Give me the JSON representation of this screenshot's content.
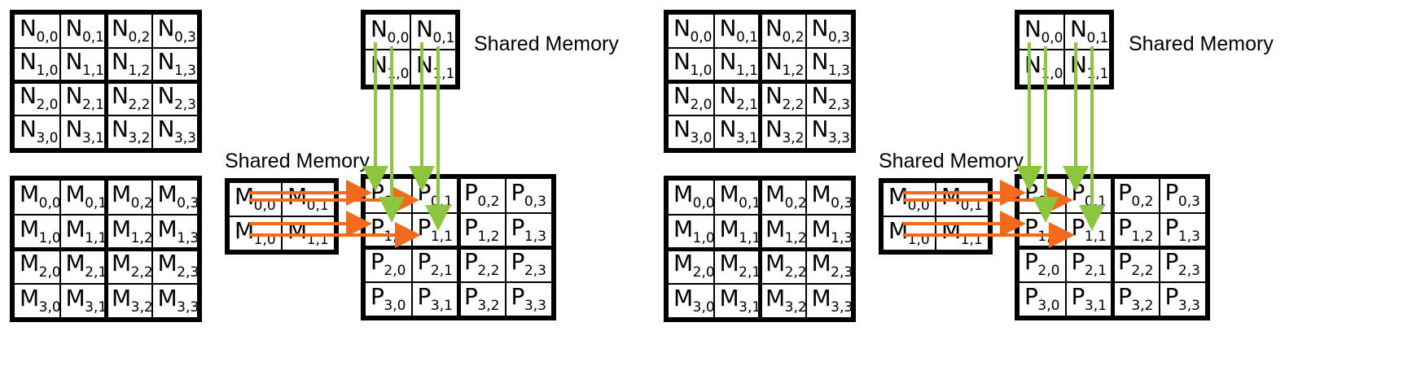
{
  "labels": {
    "shared_memory_left_n": "Shared Memory",
    "shared_memory_left_m": "Shared Memory",
    "shared_memory_right_n": "Shared Memory",
    "shared_memory_right_m": "Shared Memory"
  },
  "colors": {
    "row_arrow": "#f26b1d",
    "col_arrow": "#8cc63f",
    "grid_border": "#000000"
  },
  "panels": [
    {
      "id": "left",
      "N": {
        "letter": "N",
        "rows": 4,
        "cols": 4
      },
      "M": {
        "letter": "M",
        "rows": 4,
        "cols": 4
      },
      "Ns": {
        "letter": "N",
        "cells": [
          [
            "0,0",
            "0,1"
          ],
          [
            "1,0",
            "1,1"
          ]
        ]
      },
      "Ms": {
        "letter": "M",
        "cells": [
          [
            "0,0",
            "0,1"
          ],
          [
            "1,0",
            "1,1"
          ]
        ]
      },
      "P": {
        "letter": "P",
        "rows": 4,
        "cols": 4
      }
    },
    {
      "id": "right",
      "N": {
        "letter": "N",
        "rows": 4,
        "cols": 4
      },
      "M": {
        "letter": "M",
        "rows": 4,
        "cols": 4
      },
      "Ns": {
        "letter": "N",
        "cells": [
          [
            "0,0",
            "0,1"
          ],
          [
            "1,0",
            "1,1"
          ]
        ]
      },
      "Ms": {
        "letter": "M",
        "cells": [
          [
            "0,0",
            "0,1"
          ],
          [
            "1,0",
            "1,1"
          ]
        ]
      },
      "P": {
        "letter": "P",
        "rows": 4,
        "cols": 4
      }
    }
  ]
}
